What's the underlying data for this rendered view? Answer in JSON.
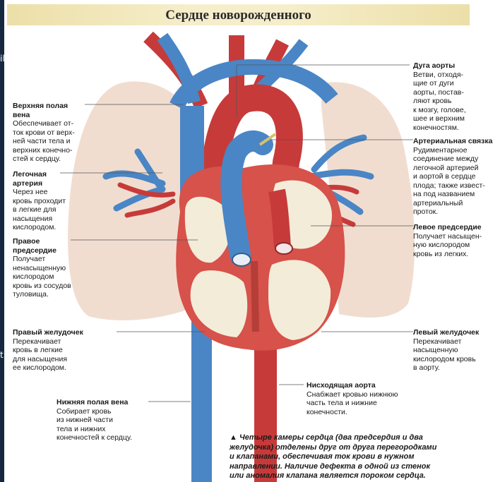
{
  "title": "Сердце новорожденного",
  "stray_left": "il",
  "stray_left2": "t",
  "labels": {
    "svc": {
      "heading": "Верхняя полая\nвена",
      "desc": "Обеспечивает от-\nток крови от верх-\nней части тела и\nверхних конечно-\nстей к сердцу."
    },
    "pulm": {
      "heading": "Легочная\nартерия",
      "desc": "Через нее\nкровь проходит\nв легкие для\nнасыщения\nкислородом."
    },
    "ra": {
      "heading": "Правое\nпредсердие",
      "desc": "Получает\nненасыщенную\nкислородом\nкровь из сосудов\nтуловища."
    },
    "rv": {
      "heading": "Правый желудочек",
      "desc": "Перекачивает\nкровь в легкие\nдля насыщения\nее кислородом."
    },
    "ivc": {
      "heading": "Нижняя полая вена",
      "desc": "Собирает кровь\nиз нижней части\nтела и нижних\nконечностей к сердцу."
    },
    "arch": {
      "heading": "Дуга аорты",
      "desc": "Ветви, отходя-\nщие от дуги\nаорты, постав-\nляют кровь\nк мозгу, голове,\nшее и верхним\nконечностям."
    },
    "lig": {
      "heading": "Артериальная связка",
      "desc": "Рудиментарное\nсоединение между\nлегочной артерией\nи аортой в сердце\nплода; также извест-\nна под названием\nартериальный\nпроток."
    },
    "la": {
      "heading": "Левое предсердие",
      "desc": "Получает насыщен-\nную кислородом\nкровь из легких."
    },
    "lv": {
      "heading": "Левый желудочек",
      "desc": "Перекачивает\nнасыщенную\nкислородом кровь\nв аорту."
    },
    "desc_aorta": {
      "heading": "Нисходящая аорта",
      "desc": "Снабжает кровью нижнюю\nчасть тела и нижние\nконечности."
    }
  },
  "caption": "▲ Четыре камеры сердца (два предсердия и два\nжелудочка) отделены друг от друга перегородками\nи клапанами, обеспечивая ток крови в нужном\nнаправлении. Наличие дефекта в одной из стенок\nили аномалия клапана является пороком сердца.",
  "colors": {
    "vein": "#4a86c5",
    "artery": "#c73a3a",
    "lung": "#f1ddd0",
    "muscle": "#d6524a",
    "chamber": "#f3ecd9"
  }
}
